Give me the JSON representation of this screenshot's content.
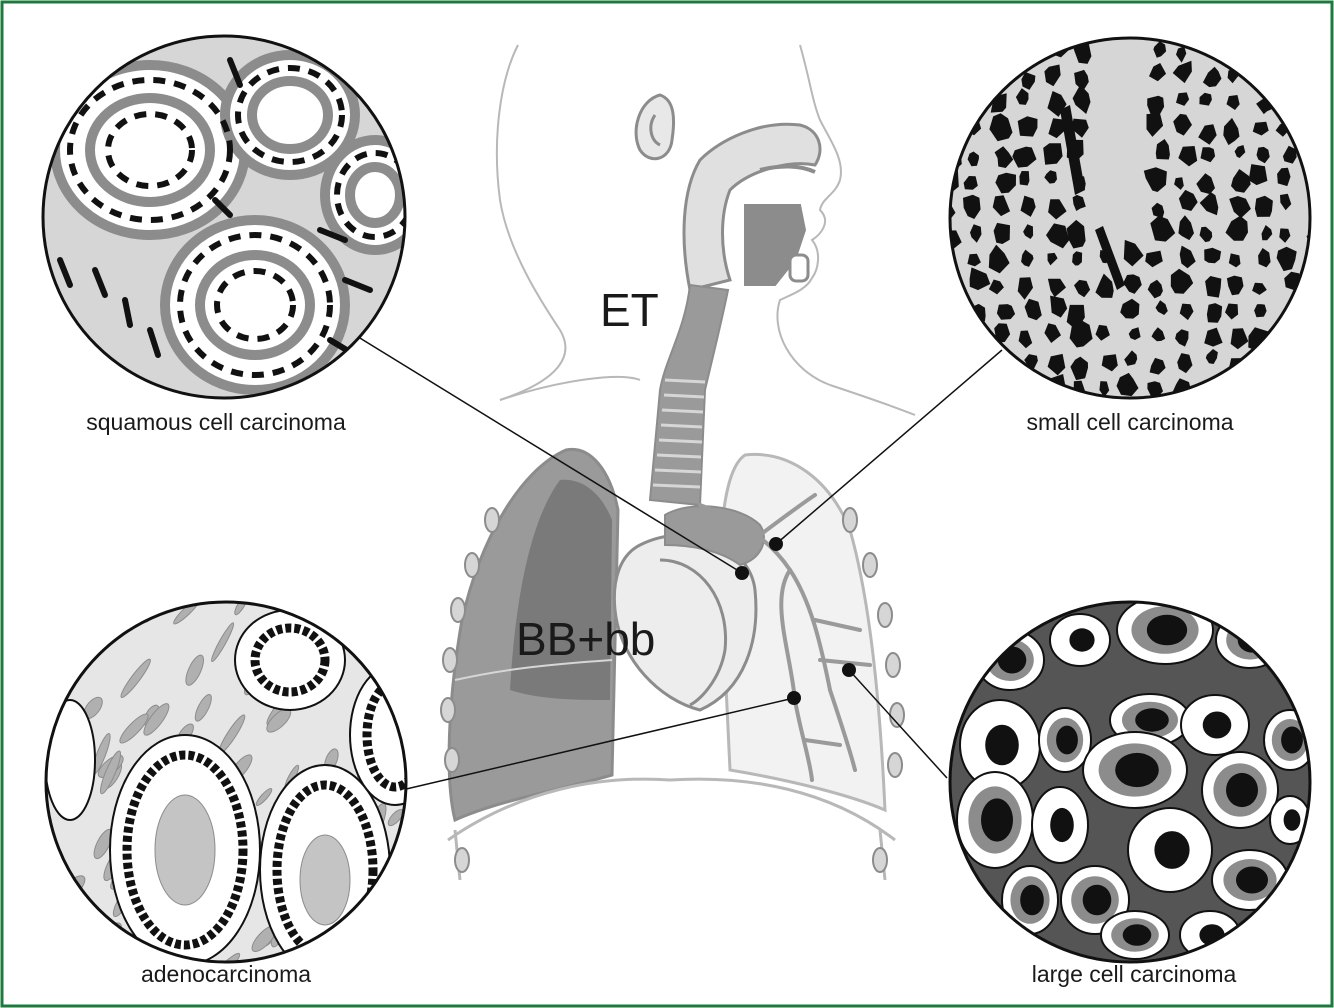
{
  "labels": {
    "et": "ET",
    "bb": "BB+bb",
    "squamous": "squamous cell carcinoma",
    "small_cell": "small cell carcinoma",
    "adeno": "adenocarcinoma",
    "large_cell": "large cell carcinoma"
  },
  "colors": {
    "frame": "#1c7a3c",
    "dark": "#111111",
    "mid_gray": "#8c8c8c",
    "light_gray": "#d6d6d6",
    "outline": "#b8b8b8"
  }
}
